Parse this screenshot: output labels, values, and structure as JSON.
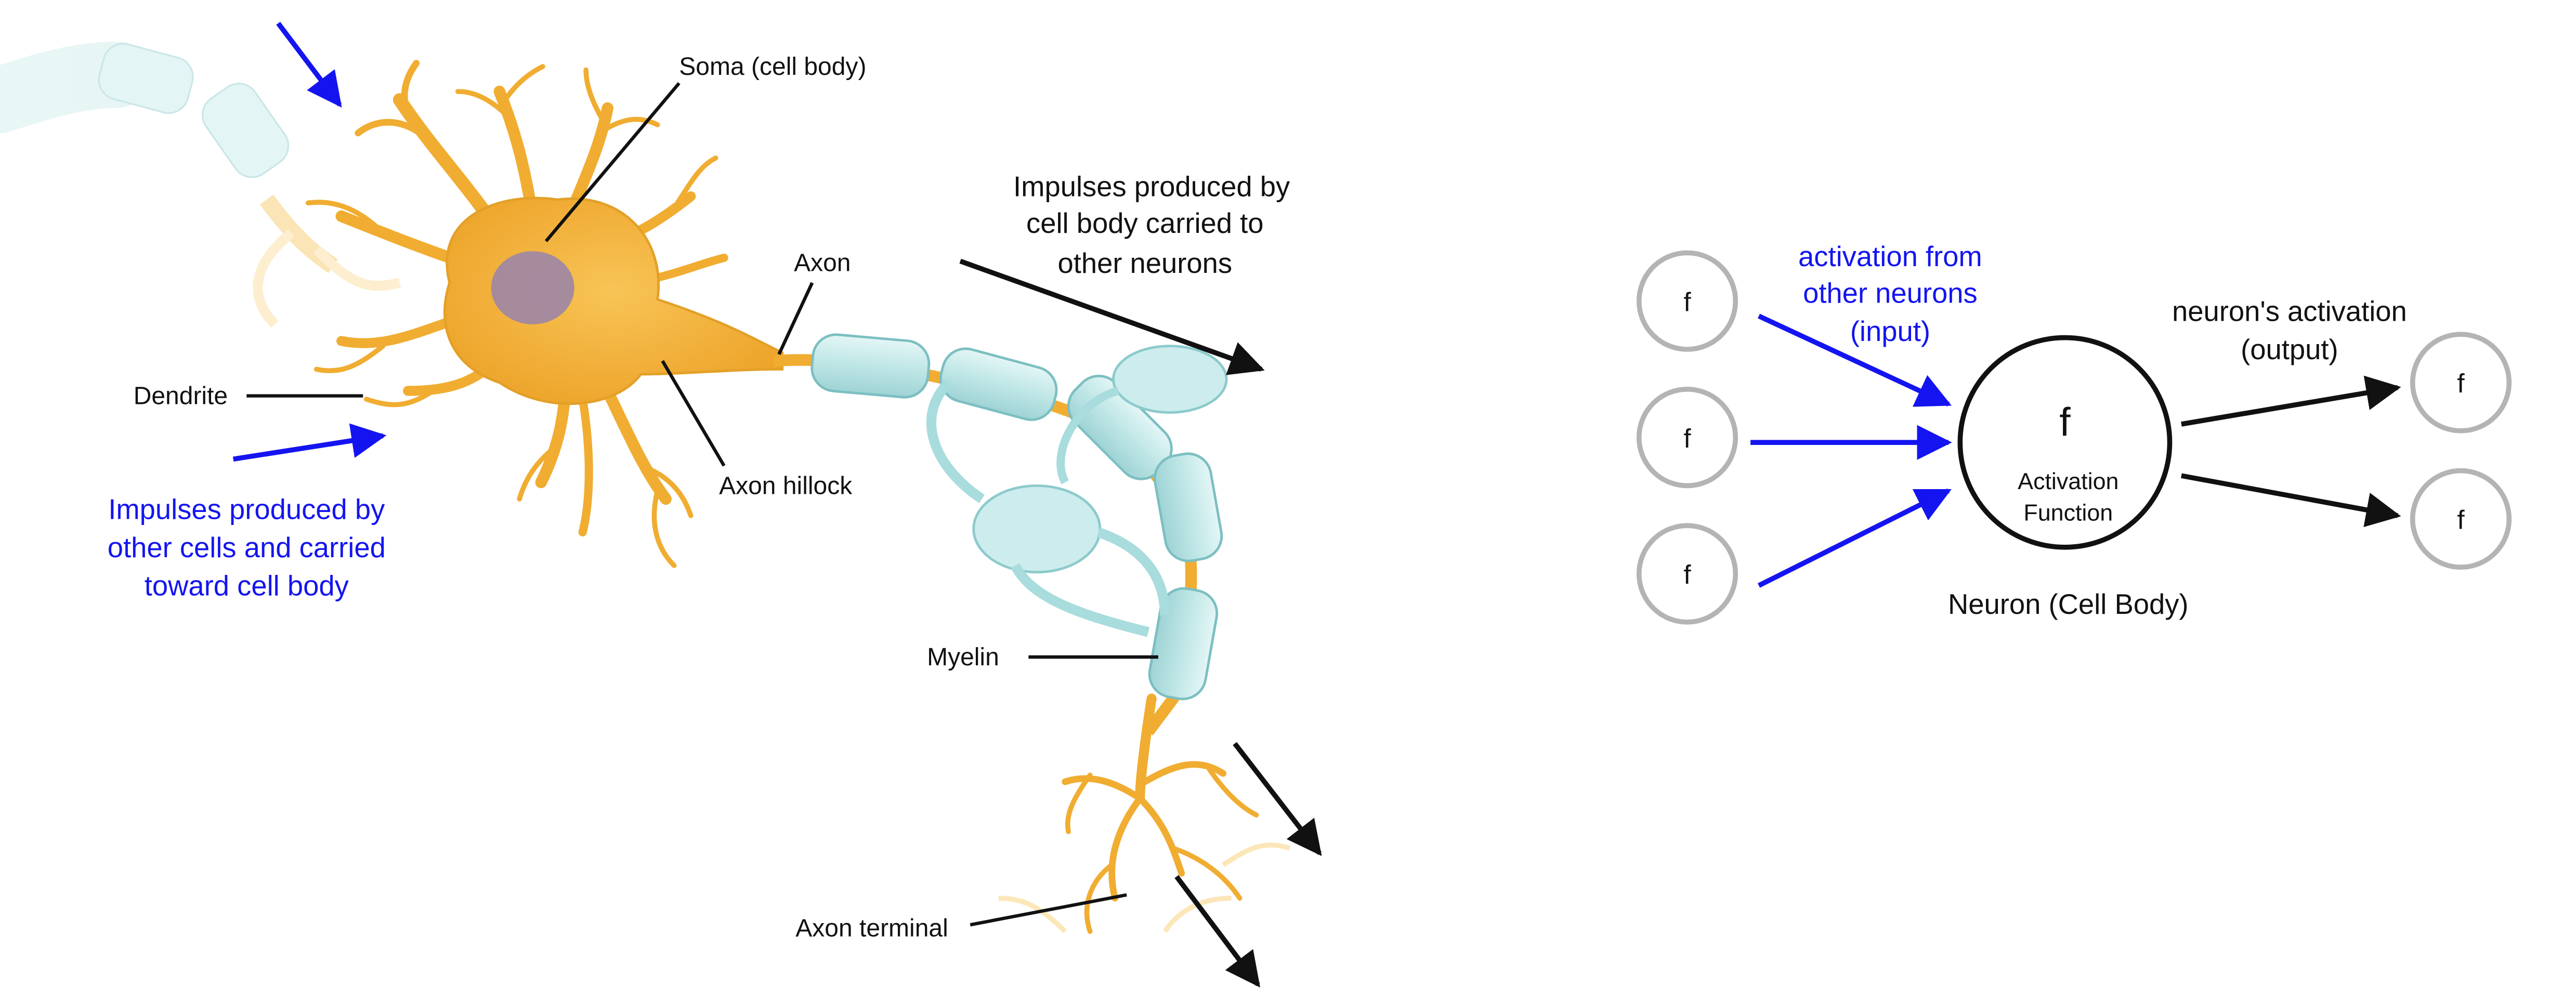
{
  "neuron_anatomy": {
    "labels": {
      "soma": "Soma (cell body)",
      "axon": "Axon",
      "dendrite": "Dendrite",
      "axon_hillock": "Axon hillock",
      "myelin": "Myelin",
      "axon_terminal": "Axon terminal"
    },
    "output_impulse_text": [
      "Impulses produced by",
      "cell body carried to",
      "other neurons"
    ],
    "input_impulse_text": [
      "Impulses produced by",
      "other cells and carried",
      "toward cell body"
    ]
  },
  "neural_model": {
    "input_nodes": [
      "f",
      "f",
      "f"
    ],
    "input_caption": [
      "activation from",
      "other neurons",
      "(input)"
    ],
    "neuron": {
      "symbol": "f",
      "label_line1": "Activation",
      "label_line2": "Function",
      "caption": "Neuron (Cell Body)"
    },
    "output_caption": [
      "neuron's activation",
      "(output)"
    ],
    "output_nodes": [
      "f",
      "f"
    ]
  },
  "colors": {
    "text_black": "#111111",
    "text_blue": "#1414f0",
    "arrow_black": "#111111",
    "arrow_blue": "#1414f0",
    "cell_fill": "#f5b73d",
    "cell_dark": "#e09a1c",
    "nucleus": "#9c86a6",
    "myelin_fill": "#bfe6e6",
    "myelin_edge": "#7cbfc2",
    "node_stroke": "#b4b4b4",
    "neuron_stroke": "#111111"
  }
}
